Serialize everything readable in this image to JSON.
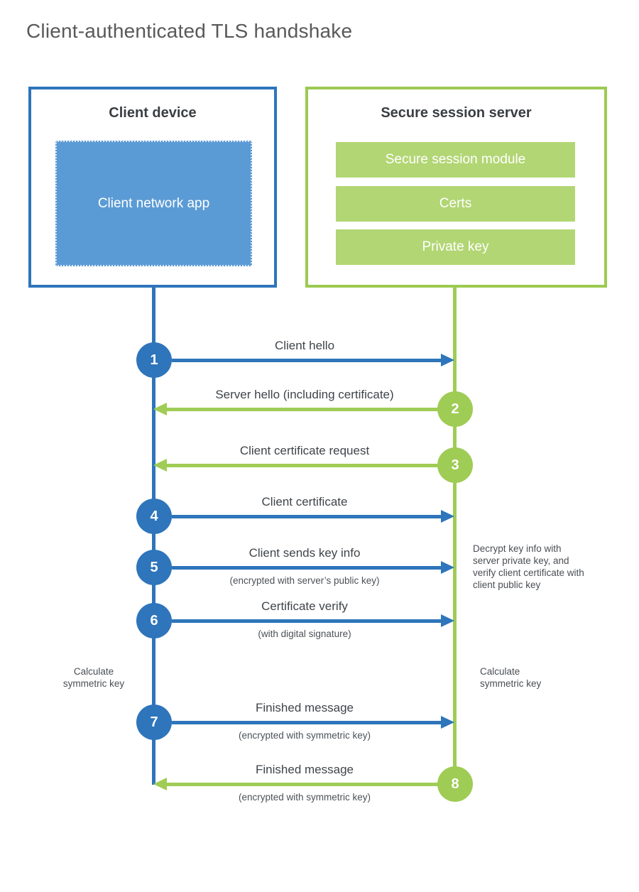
{
  "title": "Client-authenticated TLS handshake",
  "client": {
    "title": "Client device",
    "app_label": "Client network app"
  },
  "server": {
    "title": "Secure session server",
    "modules": [
      "Secure session module",
      "Certs",
      "Private key"
    ]
  },
  "steps": [
    {
      "num": "1",
      "label": "Client hello",
      "direction": "client-to-server"
    },
    {
      "num": "2",
      "label": "Server hello (including certificate)",
      "direction": "server-to-client"
    },
    {
      "num": "3",
      "label": "Client certificate request",
      "direction": "server-to-client"
    },
    {
      "num": "4",
      "label": "Client certificate",
      "direction": "client-to-server"
    },
    {
      "num": "5",
      "label": "Client sends key info",
      "sublabel": "(encrypted with server’s public key)",
      "direction": "client-to-server"
    },
    {
      "num": "6",
      "label": "Certificate verify",
      "sublabel": "(with digital signature)",
      "direction": "client-to-server"
    },
    {
      "num": "7",
      "label": "Finished message",
      "sublabel": "(encrypted with symmetric key)",
      "direction": "client-to-server"
    },
    {
      "num": "8",
      "label": "Finished message",
      "sublabel": "(encrypted with symmetric key)",
      "direction": "server-to-client"
    }
  ],
  "annotations": {
    "decrypt_note": "Decrypt key info with server private key, and verify client certificate with client public key",
    "calc_left": "Calculate symmetric key",
    "calc_right": "Calculate symmetric key"
  },
  "colors": {
    "blue": "#2e75bb",
    "blue_fill": "#5b9bd5",
    "green": "#9fcc55",
    "green_border": "#9cca52",
    "green_fill": "#b2d674",
    "title_text": "#58595b",
    "label_text": "#3f4449"
  }
}
